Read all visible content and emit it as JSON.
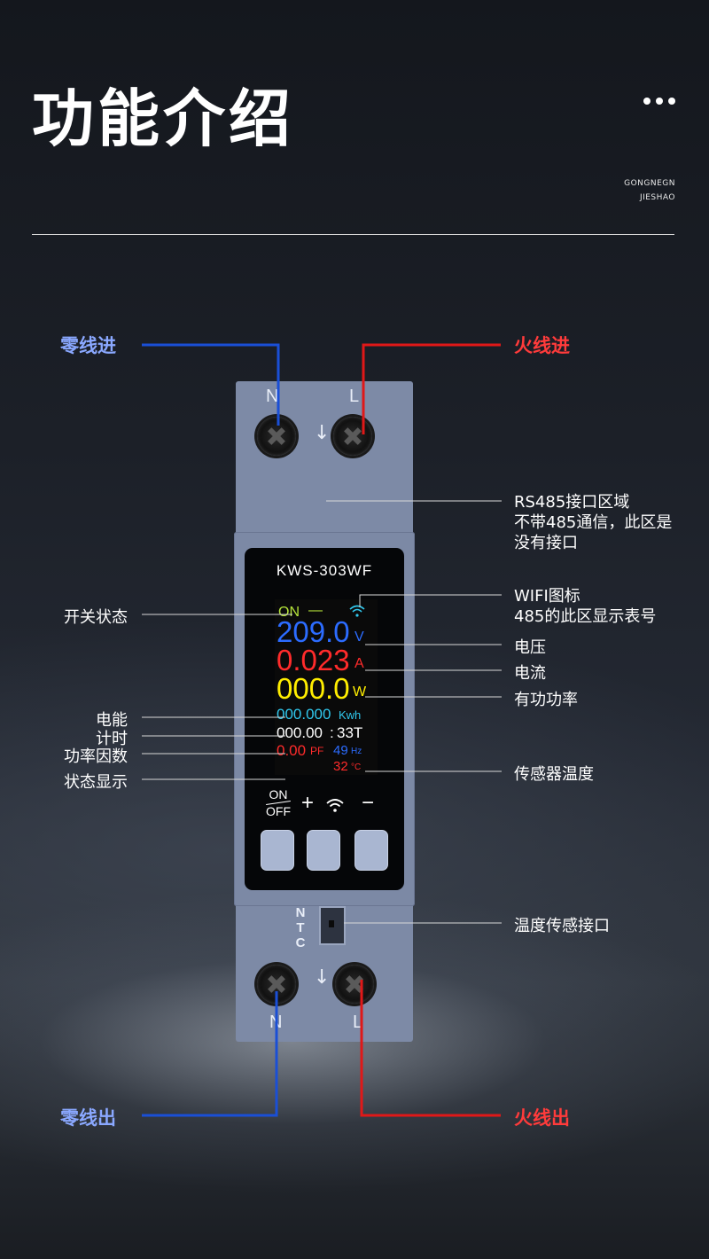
{
  "header": {
    "title": "功能介绍",
    "subtitle_line1": "GONGNEGN",
    "subtitle_line2": "JIESHAO"
  },
  "callouts": {
    "neutral_in": "零线进",
    "live_in": "火线进",
    "neutral_out": "零线出",
    "live_out": "火线出",
    "rs485_area": [
      "RS485接口区域",
      "不带485通信，此区是",
      "没有接口"
    ],
    "wifi_icon": [
      "WIFI图标",
      "485的此区显示表号"
    ],
    "voltage": "电压",
    "current": "电流",
    "active_power": "有功功率",
    "sensor_temp": "传感器温度",
    "temp_sensor_port": "温度传感接口",
    "switch_state": "开关状态",
    "energy": "电能",
    "timer": "计时",
    "power_factor": "功率因数",
    "status_display": "状态显示"
  },
  "device": {
    "model": "KWS-303WF",
    "terminal_n": "N",
    "terminal_l": "L",
    "arrow": "↓",
    "ntc_label": [
      "N",
      "T",
      "C"
    ],
    "buttons": {
      "on": "ON",
      "off": "OFF",
      "plus": "+",
      "minus": "−"
    }
  },
  "screen": {
    "on_state": "ON",
    "state_dash": "—",
    "voltage": "209.0",
    "voltage_unit": "V",
    "current": "0.023",
    "current_unit": "A",
    "power": "000.0",
    "power_unit": "W",
    "energy": "000.000",
    "energy_unit": "Kwh",
    "time": "000.00",
    "time_sep": ":",
    "time_suffix": "33T",
    "pf": "0.00",
    "pf_unit": "PF",
    "freq": "49",
    "freq_unit": "Hz",
    "temp": "32",
    "temp_unit": "°C"
  },
  "colors": {
    "blue_wire": "#1a4fd6",
    "red_wire": "#e01818",
    "body": "#7c89a5",
    "on_green": "#b5e43a",
    "voltage_blue": "#2c6cff",
    "current_red": "#ff2b2b",
    "power_yellow": "#ffee00",
    "energy_cyan": "#30c8ee"
  }
}
